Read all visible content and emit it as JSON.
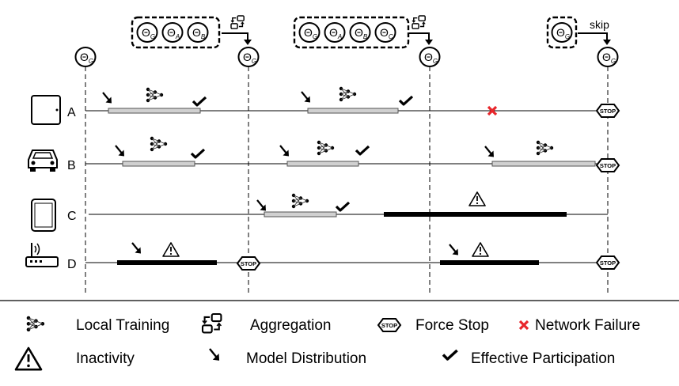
{
  "rounds": {
    "theta_labels": [
      "Θ",
      "Θ",
      "Θ",
      "Θ"
    ],
    "theta_subscript": "G"
  },
  "aggregation_groups": [
    {
      "members": [
        [
          "Θ",
          "G"
        ],
        [
          "Θ",
          "A"
        ],
        [
          "Θ",
          "B"
        ]
      ],
      "note": ""
    },
    {
      "members": [
        [
          "Θ",
          "G"
        ],
        [
          "Θ",
          "A"
        ],
        [
          "Θ",
          "B"
        ],
        [
          "Θ",
          "C"
        ]
      ],
      "note": ""
    },
    {
      "members": [
        [
          "Θ",
          "G"
        ]
      ],
      "note": "skip"
    }
  ],
  "devices": [
    {
      "label": "A",
      "icon": "tablet-icon"
    },
    {
      "label": "B",
      "icon": "car-icon"
    },
    {
      "label": "C",
      "icon": "phone-icon"
    },
    {
      "label": "D",
      "icon": "router-icon"
    }
  ],
  "stop_label": "STOP",
  "legend": {
    "local_training": "Local Training",
    "aggregation": "Aggregation",
    "force_stop": "Force Stop",
    "network_failure": "Network Failure",
    "inactivity": "Inactivity",
    "model_distribution": "Model Distribution",
    "effective_participation": "Effective Participation"
  },
  "colors": {
    "failure": "#e8262b",
    "training_bar": "#d0d0d0",
    "inactive_bar": "#000000"
  }
}
